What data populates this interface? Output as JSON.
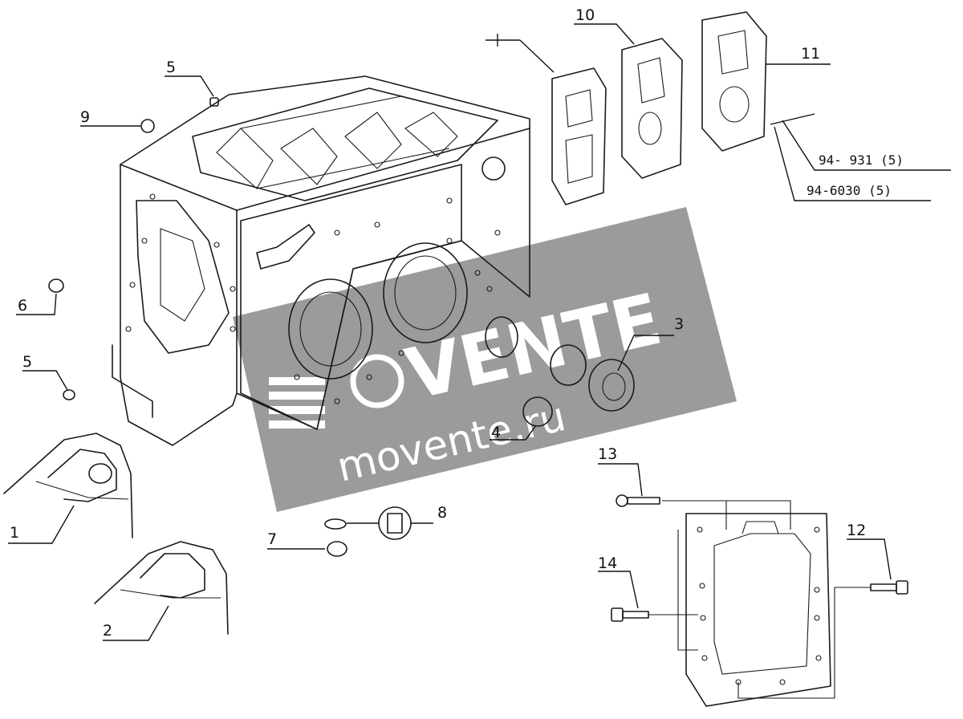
{
  "callouts": {
    "c1": "1",
    "c2": "2",
    "c3": "3",
    "c4": "4",
    "c5a": "5",
    "c5b": "5",
    "c6": "6",
    "c7": "7",
    "c8": "8",
    "c9": "9",
    "c10": "10",
    "c11": "11",
    "c12": "12",
    "c13": "13",
    "c14": "14"
  },
  "references": {
    "r1": "94- 931 (5)",
    "r2": "94-6030 (5)"
  },
  "watermark": {
    "brand": "VENTE",
    "domain": "movente.ru",
    "color": "#8a8a8a"
  },
  "colors": {
    "line": "#1a1a1a",
    "background": "#ffffff"
  }
}
